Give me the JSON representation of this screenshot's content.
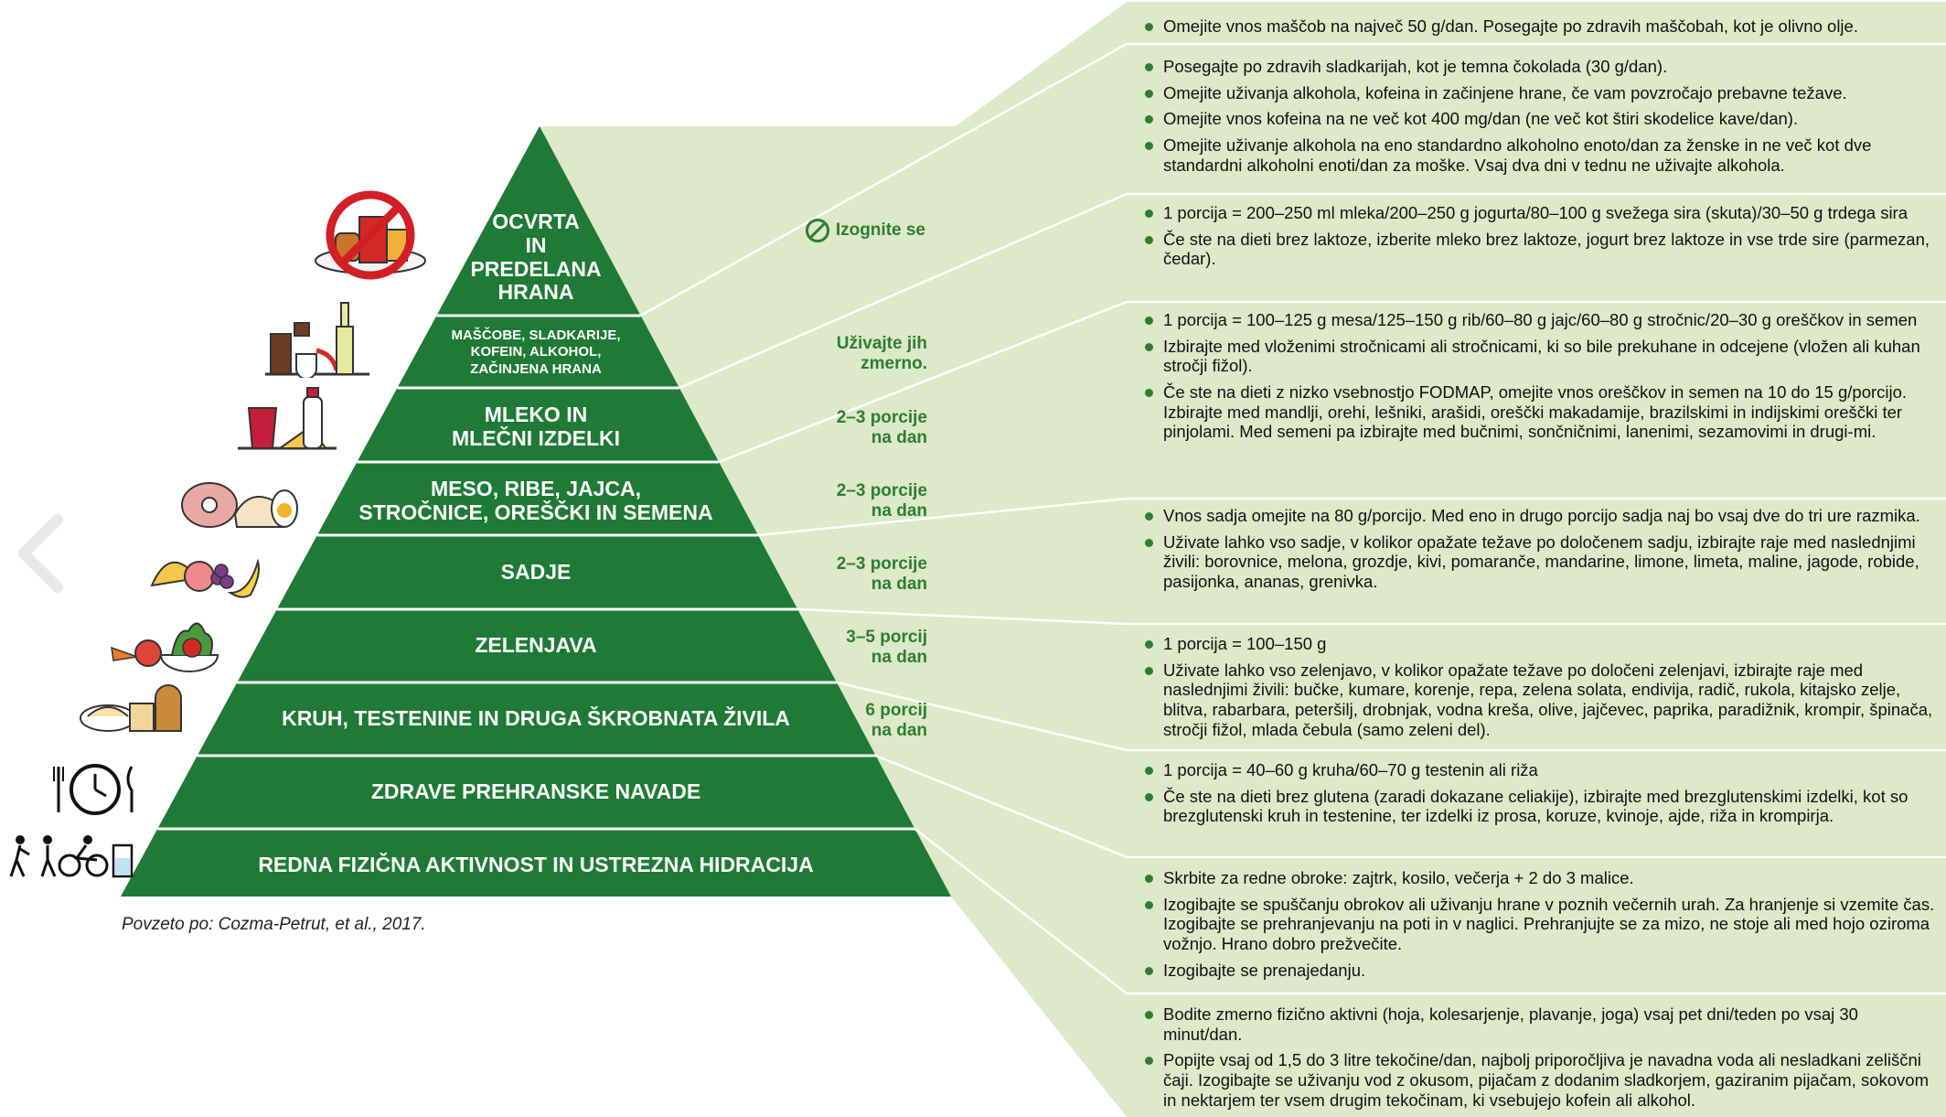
{
  "layers": [
    {
      "name": "OCVRTA IN PREDELANA HRANA",
      "lines": [
        "OCVRTA",
        "IN",
        "PREDELANA",
        "HRANA"
      ],
      "portion": "Izognite se",
      "icon": "crossed-out-fast-food-icon"
    },
    {
      "name": "MAŠČOBE, SLADKARIJE, KOFEIN, ALKOHOL, ZAČINJENA HRANA",
      "lines": [
        "MAŠČOBE, SLADKARIJE,",
        "KOFEIN, ALKOHOL,",
        "ZAČINJENA HRANA"
      ],
      "portion": "Uživajte jih zmerno.",
      "portion_lines": [
        "Uživajte jih",
        "zmerno."
      ],
      "icon": "sweets-alcohol-icon"
    },
    {
      "name": "MLEKO IN MLEČNI IZDELKI",
      "lines": [
        "MLEKO IN",
        "MLEČNI IZDELKI"
      ],
      "portion_lines": [
        "2–3 porcije",
        "na dan"
      ],
      "icon": "dairy-icon"
    },
    {
      "name": "MESO, RIBE, JAJCA, STROČNICE, OREŠČKI IN SEMENA",
      "lines": [
        "MESO, RIBE, JAJCA,",
        "STROČNICE, OREŠČKI IN SEMENA"
      ],
      "portion_lines": [
        "2–3 porcije",
        "na dan"
      ],
      "icon": "meat-eggs-icon"
    },
    {
      "name": "SADJE",
      "lines": [
        "SADJE"
      ],
      "portion_lines": [
        "2–3 porcije",
        "na dan"
      ],
      "icon": "fruit-icon"
    },
    {
      "name": "ZELENJAVA",
      "lines": [
        "ZELENJAVA"
      ],
      "portion_lines": [
        "3–5 porcij",
        "na dan"
      ],
      "icon": "vegetables-icon"
    },
    {
      "name": "KRUH, TESTENINE IN DRUGA ŠKROBNATA ŽIVILA",
      "lines": [
        "KRUH, TESTENINE IN DRUGA ŠKROBNATA ŽIVILA"
      ],
      "portion_lines": [
        "6 porcij",
        "na dan"
      ],
      "icon": "bread-pasta-icon"
    },
    {
      "name": "ZDRAVE PREHRANSKE NAVADE",
      "lines": [
        "ZDRAVE PREHRANSKE NAVADE"
      ],
      "portion_lines": [],
      "icon": "clock-cutlery-icon"
    },
    {
      "name": "REDNA FIZIČNA AKTIVNOST IN USTREZNA HIDRACIJA",
      "lines": [
        "REDNA FIZIČNA AKTIVNOST IN USTREZNA HIDRACIJA"
      ],
      "portion_lines": [],
      "icon": "activity-water-icon"
    }
  ],
  "panels": [
    {
      "items": [
        "Omejite vnos maščob na največ 50 g/dan. Posegajte po zdravih maščobah, kot je olivno olje."
      ]
    },
    {
      "items": [
        "Posegajte po zdravih sladkarijah, kot je temna čokolada (30 g/dan).",
        "Omejite uživanja alkohola, kofeina in začinjene hrane, če vam povzročajo prebavne težave.",
        "Omejite vnos kofeina na ne več kot 400 mg/dan (ne več kot štiri skodelice kave/dan).",
        "Omejite uživanje alkohola na eno standardno alkoholno enoto/dan za ženske in ne več kot dve standardni alkoholni enoti/dan za moške. Vsaj dva dni v tednu ne uživajte alkohola."
      ]
    },
    {
      "items": [
        "1 porcija = 200–250 ml mleka/200–250 g jogurta/80–100 g svežega sira (skuta)/30–50 g trdega sira",
        "Če ste na dieti brez laktoze, izberite mleko brez laktoze, jogurt brez laktoze in vse trde sire (parmezan, čedar)."
      ]
    },
    {
      "items": [
        "1 porcija = 100–125 g mesa/125–150 g rib/60–80 g jajc/60–80 g stročnic/20–30 g oreščkov in semen",
        "Izbirajte med vloženimi stročnicami ali stročnicami, ki so bile prekuhane in odcejene (vložen ali kuhan stročji fižol).",
        "Če ste na dieti z nizko vsebnostjo FODMAP, omejite vnos oreščkov in semen na 10 do 15 g/porcijo. Izbirajte med mandlji, orehi, lešniki, arašidi, oreščki makadamije, brazilskimi in indijskimi oreščki ter pinjolami. Med semeni pa izbirajte med bučnimi, sončničnimi, lanenimi, sezamovimi in drugi-mi."
      ]
    },
    {
      "items": [
        "Vnos sadja omejite na 80 g/porcijo. Med eno in drugo porcijo sadja naj bo vsaj dve do tri ure razmika.",
        "Uživate lahko vso sadje, v kolikor opažate težave po določenem sadju, izbirajte raje med naslednjimi živili: borovnice, melona, grozdje, kivi, pomaranče, mandarine, limone, limeta, maline, jagode, robide, pasijonka, ananas, grenivka."
      ]
    },
    {
      "items": [
        "1 porcija = 100–150 g",
        "Uživate lahko vso zelenjavo, v kolikor opažate težave po določeni zelenjavi, izbirajte raje med naslednjimi živili: bučke, kumare, korenje, repa, zelena solata, endivija, radič, rukola, kitajsko zelje, blitva, rabarbara, peteršilj, drobnjak, vodna kreša, olive, jajčevec, paprika, paradižnik, krompir, špinača, stročji fižol, mlada čebula (samo zeleni del)."
      ]
    },
    {
      "items": [
        "1 porcija = 40–60 g kruha/60–70 g testenin ali riža",
        "Če ste na dieti brez glutena (zaradi dokazane celiakije), izbirajte med brezglutenskimi izdelki, kot so brezglutenski kruh in testenine, ter izdelki iz prosa, koruze, kvinoje, ajde, riža in krompirja."
      ]
    },
    {
      "items": [
        "Skrbite za redne obroke: zajtrk, kosilo, večerja + 2 do 3 malice.",
        "Izogibajte se spuščanju obrokov ali uživanju hrane v poznih večernih urah. Za hranjenje si vzemite čas. Izogibajte se prehranjevanju na poti in v naglici. Prehranjujte se za mizo, ne stoje ali med hojo oziroma vožnjo. Hrano dobro prežvečite.",
        "Izogibajte se prenajedanju."
      ]
    },
    {
      "items": [
        "Bodite zmerno fizično aktivni (hoja, kolesarjenje, plavanje, joga) vsaj pet dni/teden po vsaj 30 minut/dan.",
        "Popijte vsaj od 1,5 do 3 litre tekočine/dan, najbolj priporočljiva je navadna voda ali nesladkani zeliščni čaji. Izogibajte se uživanju vod z okusom, pijačam z dodanim sladkorjem, gaziranim pijačam, sokovom in nektarjem ter vsem drugim tekočinam, ki vsebujejo kofein ali alkohol."
      ]
    }
  ],
  "caption": "Povzeto po: Cozma-Petrut, et al., 2017.",
  "colors": {
    "pyramid": "#1e7a36",
    "panel": "#dde9c9",
    "accent": "#2e7d32",
    "divider": "#ffffff"
  },
  "nav": {
    "icon": "chevron-left-icon"
  }
}
